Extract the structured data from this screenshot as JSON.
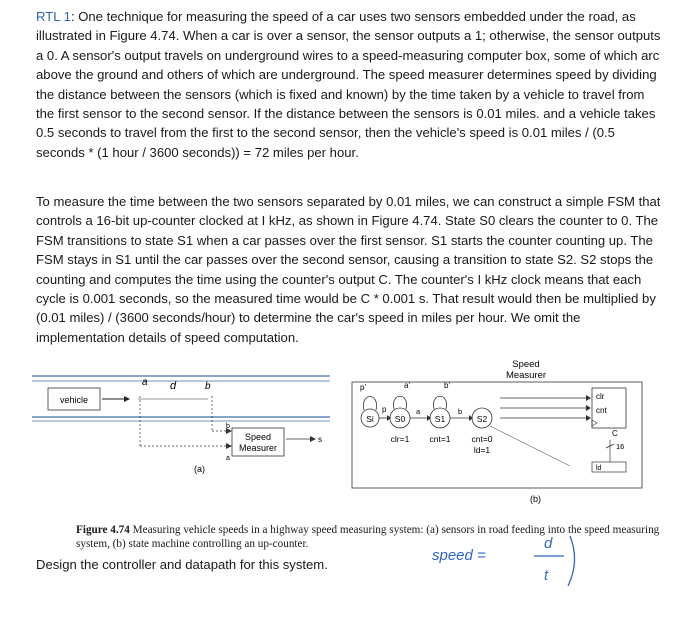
{
  "paragraph1": {
    "label": "RTL 1",
    "text": ": One technique for measuring the speed of a car uses two sensors embedded under the road, as illustrated in Figure 4.74. When a car is over a sensor, the sensor outputs a 1; otherwise, the sensor outputs a 0. A sensor's output travels on underground wires to a speed-measuring computer box, some of which arc above the ground and others of which are underground. The speed measurer determines speed by dividing the distance between the sensors (which is fixed and known) by the time taken by a vehicle to travel from the first sensor to the second sensor. If the distance between the sensors is 0.01 miles. and a vehicle takes 0.5 seconds to travel from the first to the second sensor, then the vehicle's speed is 0.01 miles / (0.5 seconds * (1 hour / 3600 seconds)) = 72 miles per hour."
  },
  "paragraph2": "To measure the time between the two sensors separated by 0.01 miles, we can construct a simple FSM that controls a 16-bit up-counter clocked at I kHz, as shown in Figure 4.74. State S0 clears the counter to 0. The FSM transitions to state S1 when a car passes over the first sensor. S1 starts the counter counting up. The FSM stays in S1 until the car passes over the second sensor, causing a transition to state S2. S2 stops the counting and computes the time using the counter's output C. The counter's I kHz clock means that each cycle is 0.001 seconds, so the measured time would be C * 0.001 s. That result would then be multiplied by (0.01 miles) / (3600 seconds/hour) to determine the car's speed in miles per hour. We omit the implementation details of speed computation.",
  "figure": {
    "vehicle": "vehicle",
    "hand_a": "a",
    "hand_d": "d",
    "hand_b": "b",
    "speed_measurer_a": "Speed",
    "speed_measurer_b": "Measurer",
    "port_a": "a",
    "port_b": "b",
    "port_s": "s",
    "label_a": "(a)",
    "speed_measurer_top_a": "Speed",
    "speed_measurer_top_b": "Measurer",
    "state_si": "Si",
    "state_s0": "S0",
    "state_s1": "S1",
    "state_s2": "S2",
    "edge_p": "p",
    "edge_p_prime": "p'",
    "edge_a_prime": "a'",
    "edge_b_prime": "b'",
    "edge_a": "a",
    "edge_b": "b",
    "out_s0": "clr=1",
    "out_s1": "cnt=1",
    "out_s2a": "cnt=0",
    "out_s2b": "ld=1",
    "counter_clr": "clr",
    "counter_cnt": "cnt",
    "counter_c": "C",
    "counter_width": "16",
    "reg_ld": "ld",
    "label_b": "(b)"
  },
  "caption": {
    "label": "Figure 4.74",
    "text": " Measuring vehicle speeds in a highway speed measuring system: (a) sensors in road feeding into the speed measuring system, (b) state machine controlling an up-counter."
  },
  "design": "Design the controller and datapath for this system.",
  "handwriting": {
    "speed": "speed =",
    "numerator": "d",
    "denominator": "t"
  }
}
